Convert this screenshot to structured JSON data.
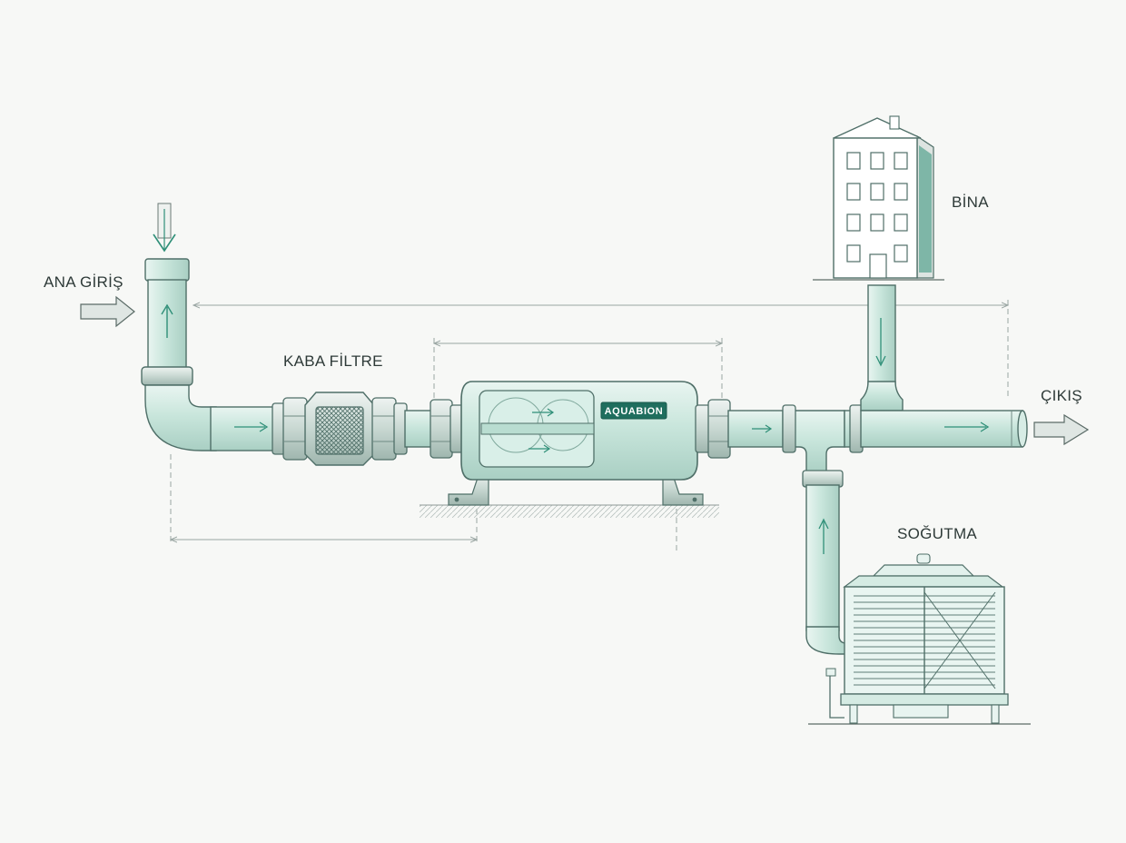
{
  "labels": {
    "main_inlet": "ANA GİRİŞ",
    "coarse_filter": "KABA FİLTRE",
    "building": "BİNA",
    "outlet": "ÇIKIŞ",
    "cooling": "SOĞUTMA",
    "brand": "AQUABION"
  },
  "colors": {
    "pipe_fill": "#cfe9e1",
    "pipe_stroke": "#4f6f68",
    "accent": "#2f8f78",
    "brand_plate": "#1f6e5e",
    "dim_line": "#9aa6a3"
  },
  "icons": {
    "flow_arrow": "arrow-icon",
    "building": "building-icon",
    "cooling_tower": "cooling-tower-icon",
    "strainer": "strainer-icon"
  }
}
